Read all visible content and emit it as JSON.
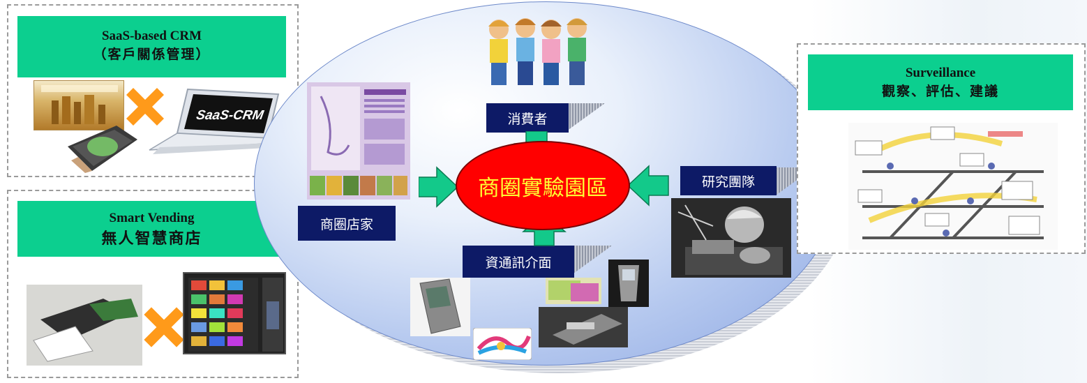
{
  "crm": {
    "title": "SaaS-based CRM",
    "subtitle": "（客戶關係管理）",
    "laptop_text": "SaaS-CRM"
  },
  "vending": {
    "title": "Smart Vending",
    "subtitle": "無人智慧商店"
  },
  "surveillance": {
    "title": "Surveillance",
    "subtitle": "觀察、評估、建議"
  },
  "center": {
    "label": "商圈實驗園區"
  },
  "nodes": {
    "consumers": "消費者",
    "stores": "商圈店家",
    "research": "研究團隊",
    "ict": "資通訊介面"
  },
  "colors": {
    "green_label": "#0ccf8f",
    "navy_label": "#0d1a66",
    "center_fill": "#ff0000",
    "center_text": "#ffff33",
    "arrow_fill": "#13c98a",
    "cross_orange": "#ff9a1a"
  },
  "icons": [
    "multiply-cross-icon",
    "arrow-down-icon",
    "arrow-right-icon",
    "arrow-left-icon",
    "arrow-up-icon"
  ]
}
